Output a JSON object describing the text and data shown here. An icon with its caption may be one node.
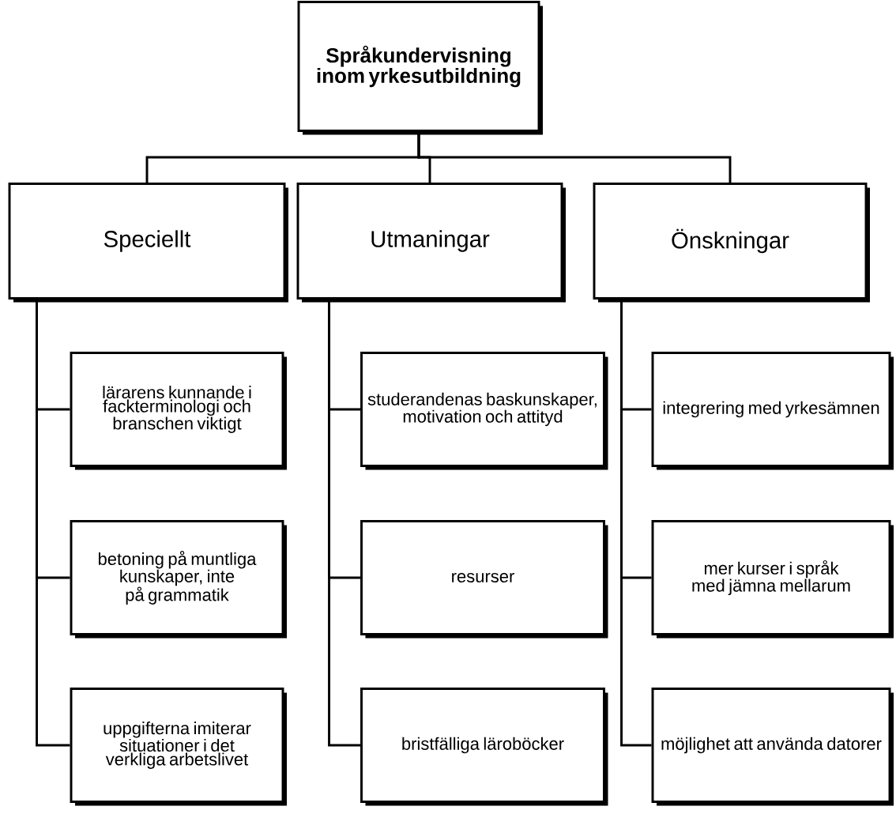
{
  "diagram": {
    "nodes": [
      {
        "text": [
          "Språkundervisning inom yrkesutbildning"
        ]
      },
      {
        "text": [
          "Speciellt"
        ]
      },
      {
        "text": [
          "Utmaningar"
        ]
      },
      {
        "text": [
          "Önskningar"
        ]
      },
      {
        "text": [
          "lärarens kunnande i fackterminologi och branschen viktigt"
        ]
      },
      {
        "text": [
          "betoning på muntliga kunskaper, inte på grammatik"
        ]
      },
      {
        "text": [
          "uppgifterna imiterar situationer i det verkliga arbetslivet"
        ]
      },
      {
        "text": [
          "studerandenas baskunskaper, motivation och attityd"
        ]
      },
      {
        "text": [
          "resurser"
        ]
      },
      {
        "text": [
          "bristfälliga läroböcker"
        ]
      },
      {
        "text": [
          "integrering med yrkesämnen"
        ]
      },
      {
        "text": [
          "mer kurser i språk med jämna mellarum"
        ]
      },
      {
        "text": [
          "möjlighet att använda datorer"
        ]
      }
    ],
    "edges": [
      {
        "from": 0,
        "to": 1,
        "arrow": "none"
      },
      {
        "from": 0,
        "to": 2,
        "arrow": "none"
      },
      {
        "from": 0,
        "to": 3,
        "arrow": "none"
      },
      {
        "from": 1,
        "to": 4,
        "arrow": "none"
      },
      {
        "from": 1,
        "to": 5,
        "arrow": "none"
      },
      {
        "from": 1,
        "to": 6,
        "arrow": "none"
      },
      {
        "from": 2,
        "to": 7,
        "arrow": "none"
      },
      {
        "from": 2,
        "to": 8,
        "arrow": "none"
      },
      {
        "from": 2,
        "to": 9,
        "arrow": "none"
      },
      {
        "from": 3,
        "to": 10,
        "arrow": "none"
      },
      {
        "from": 3,
        "to": 11,
        "arrow": "none"
      },
      {
        "from": 3,
        "to": 12,
        "arrow": "none"
      }
    ]
  }
}
